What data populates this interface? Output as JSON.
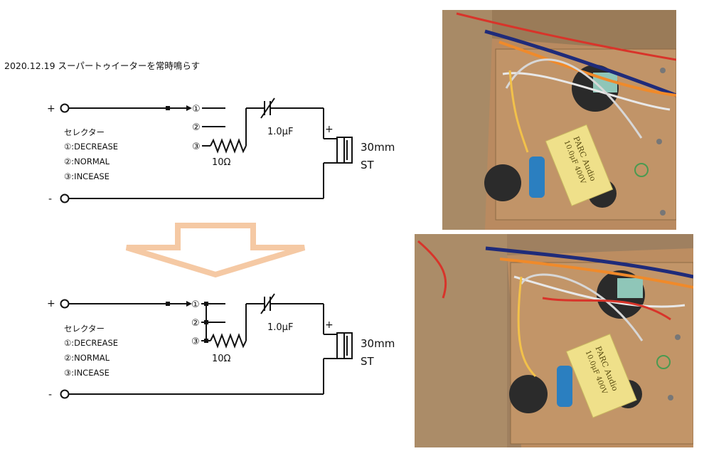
{
  "title": "2020.12.19 スーパートゥイーターを常時鳴らす",
  "diagrams": [
    {
      "plus": "+",
      "minus": "-",
      "selector_title": "セレクター",
      "selector_items": [
        "①:DECREASE",
        "②:NORMAL",
        "③:INCEASE"
      ],
      "switch_labels": [
        "①",
        "②",
        "③"
      ],
      "resistor": "10Ω",
      "capacitor": "1.0μF",
      "speaker_plus": "+",
      "speaker_size": "30mm",
      "speaker_type": "ST"
    },
    {
      "plus": "+",
      "minus": "-",
      "selector_title": "セレクター",
      "selector_items": [
        "①:DECREASE",
        "②:NORMAL",
        "③:INCEASE"
      ],
      "switch_labels": [
        "①",
        "②",
        "③"
      ],
      "resistor": "10Ω",
      "capacitor": "1.0μF",
      "speaker_plus": "+",
      "speaker_size": "30mm",
      "speaker_type": "ST"
    }
  ],
  "arrow_color": "#f5c9a4",
  "photos": [
    {
      "capacitor_label_1": "PARC Audio",
      "capacitor_label_2": "10.0μF 400V"
    },
    {
      "capacitor_label_1": "PARC Audio",
      "capacitor_label_2": "10.0μF 400V"
    }
  ]
}
